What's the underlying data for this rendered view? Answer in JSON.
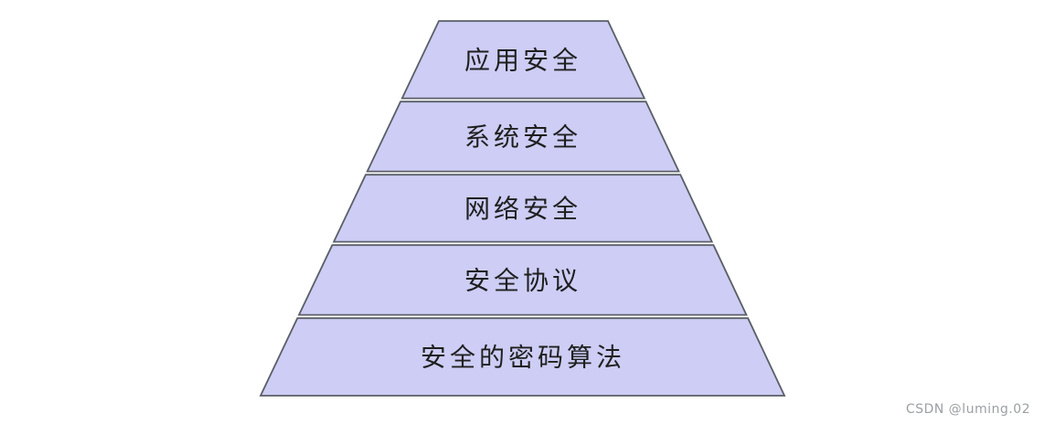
{
  "diagram": {
    "type": "pyramid",
    "orientation": "narrow-top",
    "fill_color": "#cdcdf5",
    "border_color": "#595f66",
    "text_color": "#1f1f1f",
    "layers": [
      {
        "level": 1,
        "label": "应用安全"
      },
      {
        "level": 2,
        "label": "系统安全"
      },
      {
        "level": 3,
        "label": "网络安全"
      },
      {
        "level": 4,
        "label": "安全协议"
      },
      {
        "level": 5,
        "label": "安全的密码算法"
      }
    ]
  },
  "watermark": {
    "text": "CSDN @luming.02",
    "color": "#9b9fa3"
  }
}
